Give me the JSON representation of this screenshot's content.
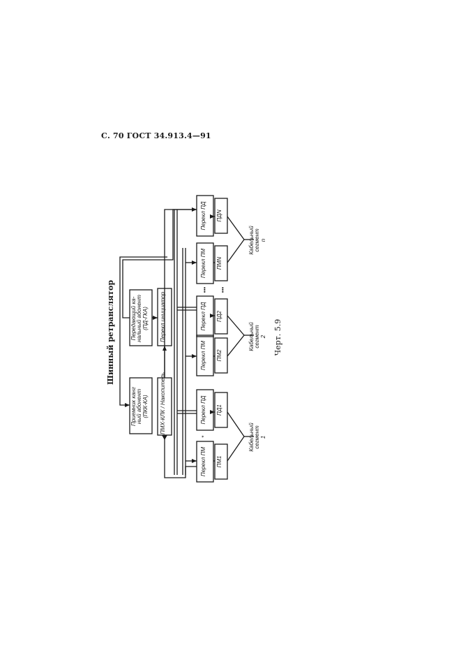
{
  "header": {
    "text": "С. 70 ГОСТ 34.913.4—91"
  },
  "diagram": {
    "title": "Шинный ретранслятор",
    "caption": "Черт. 5.9",
    "blocks": {
      "rx_channel": [
        "Приемник канг",
        "ный абонент",
        "(ПКК-КА)"
      ],
      "tx_channel": [
        "Передающий ка-",
        "нальный абонент",
        "(ПД-ГКА)"
      ],
      "accumulator": "ПМХ-КЛК / Накопитель",
      "initiator": "Перекл инициатор",
      "pm1_switch": "Перекл ПМ",
      "pd1_switch": "Перекл ПД",
      "pm2_switch": "Перекл ПМ",
      "pd2_switch": "Перекл ПД",
      "pmn_switch": "Перекл ПМ",
      "pdn_switch": "Перекл ПД",
      "pm1": "ПМ1",
      "pd1": "ПД1",
      "pm2": "ПМ2",
      "pd2": "ПД2",
      "pmn": "ПМN",
      "pdn": "ПДN"
    },
    "segments": [
      {
        "label": [
          "Кабельный",
          "сегмент",
          "1"
        ]
      },
      {
        "label": [
          "Кабельный",
          "сегмент",
          "2"
        ]
      },
      {
        "label": [
          "Кабельный",
          "сегмент",
          "n"
        ]
      }
    ],
    "ellipsis": "•••",
    "asterisk": "*"
  }
}
